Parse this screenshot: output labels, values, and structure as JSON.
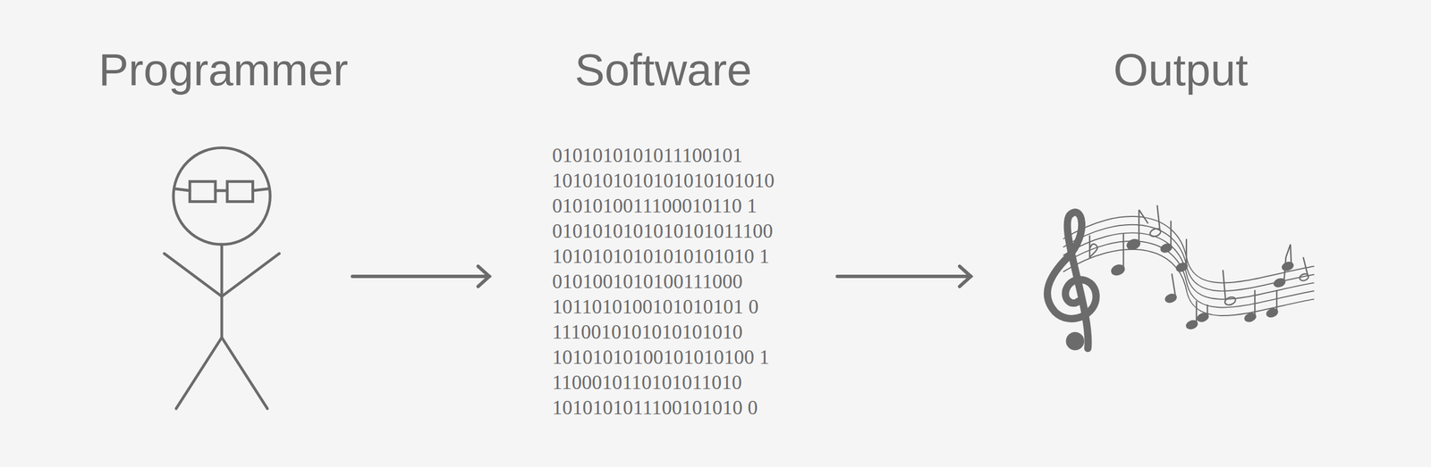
{
  "diagram": {
    "nodes": [
      {
        "text": [
          "Programmer"
        ]
      },
      {
        "text": [
          "Software",
          "0101010101011100101 1010101010101010101010 0101010011100010110 1 0101010101010101011100 10101010101010101010 1 0101001010100111000 1011010100101010101 0 1110010101010101010 10101010100101010100 1 1100010110101011010 1010101011100101010 0"
        ]
      },
      {
        "text": [
          "Output"
        ]
      }
    ],
    "edges": [
      {
        "from": 0,
        "to": 1,
        "arrow": "to"
      },
      {
        "from": 1,
        "to": 2,
        "arrow": "to"
      }
    ]
  }
}
